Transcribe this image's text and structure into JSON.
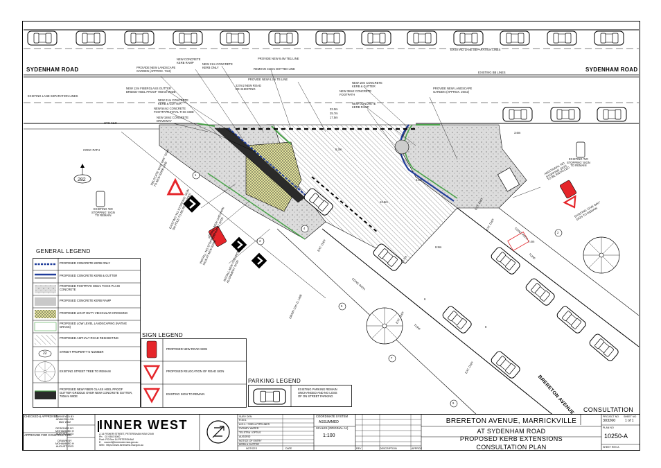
{
  "roads": {
    "sydenham_left": "SYDENHAM ROAD",
    "sydenham_right": "SYDENHAM ROAD",
    "brereton": "BRERETON AVENUE"
  },
  "top_notes": [
    "EXISTING LANE SEPARATION LINES",
    "EXISTING BB LINES",
    "EXISTING LANE SEPARATION LINES",
    "NEW CONCRETE\nKERB RAMP",
    "NEW 21m CONCRETE\nKERB ONLY",
    "PROVIDE NEW LANDSCAPE\nGARDEN (APPROX. 7m2)",
    "PROVIDE NEW 8.4M TB1 LINE",
    "REMOVE 31.0m DOTTED LINE",
    "PROVIDE NEW 6.3m TB LINE",
    "227m2 NEW ROAD\nRE-SHEETING",
    "NEW 12m FIBERGLASS GUTTER\nBRIDGE-HEEL PROOF 700mm WIDE",
    "NEW 21m CONCRETE\nKERB & GUTTER",
    "NEW 54m2 CONCRETE\nFOOTPATH TOTAL THIS SIDE",
    "NEW 18m2 CONCRETE\nDRIVEWAY",
    "NEW 18m CONCRETE\nKERB & GUTTER",
    "NEW 38m2 CONCRETE\nFOOTPATH",
    "NEW CONCRETE\nKERB RAMP",
    "PROVIDE NEW LANDSCAPE\nGARDEN (APPROX. 20m2)",
    "EXISTING 'NO\nSTOPPING' SIGN\nTO REMAIN",
    "EXISTING 'NO\nSTOPPING' SIGN\nTO REMAIN",
    "ADDITIONAL 'NO\nSTOPPING' SIGN\nTO BE INSTALLED",
    "EXISTING 'GIVE WAY'\nSIGN TO REMAIN",
    "RELOCATE 'GIVE WAY' SIGN\nTO NEW KERB LINE",
    "INSTALL 'NO STOPPING'\nSIGN AT NEW KERB",
    "INSTALL NEW CHEVRON\nALIGNMENT SIGN",
    "INSTALL NEW CHEVRON\nALIGNMENT SIGN",
    "EXISTING 'NO STOPPING' SIGN\nON POLE TO BE RELOCATED",
    "DRAIN 13m 11 LINE",
    "CONC PATH",
    "HTG K&G",
    "EXT. DWY",
    "EXT. DWY",
    "EXT. DWY",
    "EXT. DWY",
    "EXT. DWY",
    "CONC PATH",
    "TURF",
    "TURF",
    "CONC PATH"
  ],
  "dims": [
    "33.0m",
    "25.7m",
    "17.5m",
    "5.3m",
    "4.5m",
    "3.6m",
    "12.5m",
    "8.9m",
    "11.2m",
    "7.4m"
  ],
  "property_numbers": [
    "282",
    "1",
    "2",
    "3",
    "4",
    "5",
    "6",
    "7",
    "8",
    "9"
  ],
  "general_legend": {
    "title": "GENERAL LEGEND",
    "items": [
      "PROPOSED CONCRETE KERB ONLY",
      "PROPOSED CONCRETE KERB & GUTTER",
      "PROPOSED FOOTPATH 80mm THICK PLAIN\nCONCRETE",
      "PROPOSED CONCRETE KERB RAMP",
      "PROPOSED LIGHT DUTY VEHICULAR CROSSING",
      "PROPOSED LOW LEVEL LANDSCAPING (NATIVE\nGRASS)",
      "PROPOSED ASPHALT ROAD RESHEETING",
      "STREET PROPERTY'S NUMBER",
      "EXISTING STREET TREE TO REMAIN",
      "PROPOSED NEW FIBER GLASS HEEL PROOF\nGUTTER GRIDDLE OVER NEW CONCRETE GUTTER,\n700mm WIDE"
    ],
    "number_sample": "22"
  },
  "sign_legend": {
    "title": "SIGN LEGEND",
    "items": [
      "PROPOSED NEW ROAD SIGN",
      "PROPOSED RELOCATION OF ROAD SIGN",
      "EXISTING SIGN TO REMAIN"
    ]
  },
  "parking_legend": {
    "title": "PARKING LEGEND",
    "items": [
      "EXISTING PARKING REMAIN\nUNCHANGED AND NO LOSS\nOF ON STREET PARKING"
    ]
  },
  "consultation_label": "CONSULTATION",
  "title_block": {
    "checked": "CHECKED & APPROVED",
    "approved_for_construction": "APPROVED FOR CONSTRUCTION",
    "surveyed_by": "SURVEYED BY\nADAM DILLON\nMAY 2022",
    "designed_by": "DESIGNED BY\nMOHAMMED H\nAUGUST 2023",
    "drawn_by": "DRAWN BY\nMOHAMMED H\nAUGUST 2023",
    "council": "INNER WEST",
    "council_address": "2-14 FISHER STREET, PETERSHAM NSW 2049\nPh:   02 9392 5000\nPost: PO Box 14 PETERSHAM\nE:    council@innerwest.nsw.gov.au\nWeb:  https://www.innerwest.nsw.gov.au",
    "services": [
      "SURV DEN",
      "R.M.S.",
      "A.G.L. / SHELL PIPELINES",
      "SYDNEY WATER",
      "TELSTRA / OPTUS",
      "AUSGRID",
      "NOTICE OF ENTRY",
      "KERB & GUTTER"
    ],
    "notices_label": "NOTICES",
    "date_label": "DATE",
    "coord_label": "COORDINATE SYSTEM",
    "coord_value": "ASSUMMED",
    "scale_label": "SCALES (ORIGINAL A1)",
    "scale_value": "1:100",
    "rev_label": "REV",
    "desc_label": "DESCRIPTION",
    "approv_label": "APPROV",
    "title_1": "BRERETON AVENUE, MARRICKVILLE",
    "title_2": "AT SYDENHAM ROAD",
    "title_3": "PROPOSED KERB EXTENSIONS",
    "title_4": "CONSULTATION PLAN",
    "project_no_label": "PROJECT NO",
    "project_no": "303260",
    "sheet_no_label": "SHEET NO",
    "sheet_no": "1 of 1",
    "plan_no_label": "PLAN NO",
    "plan_no": "10250-A",
    "sheet_rev": "SHEET REV A"
  },
  "colors": {
    "kerb_blue": "#1f3c9a",
    "landscape_green": "#4aa34a",
    "crossing_yellow": "#e3e39a",
    "footpath_grey": "#d9d9d9",
    "sign_red": "#e5252a"
  }
}
